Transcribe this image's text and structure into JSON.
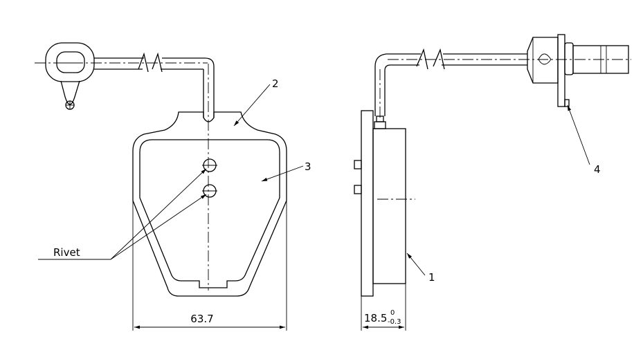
{
  "callouts": {
    "c1": "1",
    "c2": "2",
    "c3": "3",
    "c4": "4"
  },
  "labels": {
    "rivet": "Rivet"
  },
  "dimensions": {
    "width": "63.7",
    "thickness_nominal": "18.5",
    "tol_upper": "0",
    "tol_lower": "-0.3"
  }
}
